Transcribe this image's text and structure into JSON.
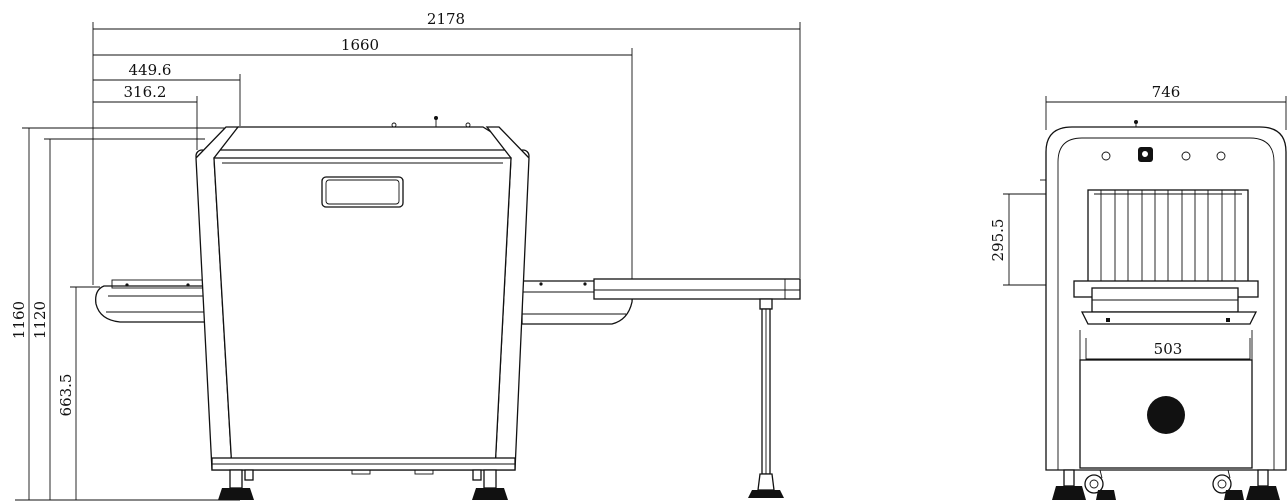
{
  "side_view": {
    "dims": {
      "overall_length": "2178",
      "conveyor_length": "1660",
      "offset_a": "449.6",
      "offset_b": "316.2",
      "height_total": "1160",
      "height_body": "1120",
      "conveyor_height": "663.5"
    }
  },
  "front_view": {
    "dims": {
      "width": "746",
      "tunnel_height": "295.5",
      "tunnel_width": "503"
    }
  },
  "colors": {
    "line": "#111111",
    "background": "#ffffff"
  }
}
